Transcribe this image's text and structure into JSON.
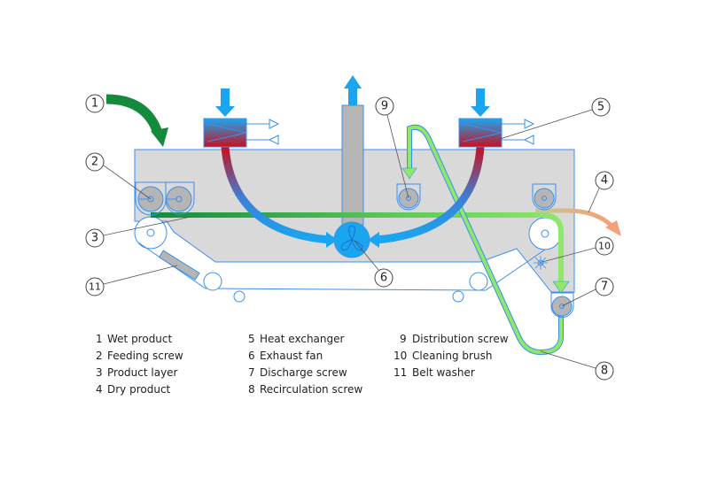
{
  "callouts": [
    "1",
    "2",
    "3",
    "4",
    "5",
    "6",
    "7",
    "8",
    "9",
    "10",
    "11"
  ],
  "legend": [
    {
      "num": "1",
      "text": "Wet product"
    },
    {
      "num": "2",
      "text": "Feeding screw"
    },
    {
      "num": "3",
      "text": "Product layer"
    },
    {
      "num": "4",
      "text": "Dry product"
    },
    {
      "num": "5",
      "text": "Heat exchanger"
    },
    {
      "num": "6",
      "text": "Exhaust fan"
    },
    {
      "num": "7",
      "text": "Discharge screw"
    },
    {
      "num": "8",
      "text": "Recirculation screw"
    },
    {
      "num": "9",
      "text": "Distribution screw"
    },
    {
      "num": "10",
      "text": "Cleaning brush"
    },
    {
      "num": "11",
      "text": "Belt washer"
    }
  ],
  "colors": {
    "housing": "#d9d9d9",
    "outline": "#3a8ff0",
    "air": "#1aa6ee",
    "hot": "#c8101e",
    "wet_product": "#138a3c",
    "recirculation": "#8ee86a",
    "dry_product": "#f4a07a",
    "screw": "#b5b5b5"
  }
}
